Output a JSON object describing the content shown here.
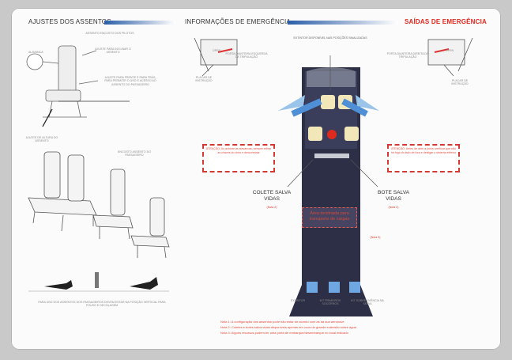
{
  "headers": {
    "seats": "AJUSTES DOS ASSENTOS",
    "emergency_info": "INFORMAÇÕES DE EMERGÊNCIA",
    "emergency_exits": "SAÍDAS DE EMERGÊNCIA"
  },
  "seats_panel": {
    "label_recline": "ASSENTO ENCOSTO DOS PILOTOS",
    "label_adjust": "AJUSTE PARA INCLINAR O ASSENTO",
    "label_lever": "ALAVANCA",
    "label_adjust_final": "AJUSTE PARA FRENTE E PARA TRÁS, PARA PERMITIR O USO E ACESSO AO ASSENTO DO PASSAGEIRO",
    "label_height": "AJUSTE DE ALTURA DO ASSENTO",
    "label_passenger": "ENCOSTO ASSENTO DO PASSAGEIRO",
    "label_bottom": "PARA USO DOS ASSENTOS DOS PASSAGEIROS DEVEM ESTAR NA POSIÇÃO VERTICAL PARA POUSO E DECOLAGEM"
  },
  "emergency": {
    "extinguisher": "EXTINTOR DISPONÍVEL NAS POSIÇÕES SINALIZADAS",
    "left_door": "PORTA DIANTEIRA ESQUERDA DA TRIPULAÇÃO",
    "right_door": "PORTA DIANTEIRA DIREITA DA TRIPULAÇÃO",
    "placard_left": "PLACAR DE INSTRUÇÃO",
    "placard_right": "PLACAR DE INSTRUÇÃO",
    "open": "OPEN",
    "warn_left": "ATENÇÃO: Ao acionar as alavancas, sempre retirar as chaves do cinto e desconectar",
    "warn_right": "ATENÇÃO: Antes de abrir a porta, verificar que não há fogo do lado de fora e desligar o sistema elétrico",
    "vest": "COLETE SALVA VIDAS",
    "vest_note": "(Nota 2)",
    "raft": "BOTE SALVA VIDAS",
    "raft_note": "(Nota 2)",
    "cargo": "Área destinada para transporte de cargas",
    "note3": "(Nota 3)",
    "bottom_left": "EXTINTOR",
    "bottom_mid": "KIT PRIMEIROS SOCORROS",
    "bottom_right": "KIT SOBREVIVÊNCIA NA SELVA",
    "notes": [
      "Nota 1: A configuração dos assentos pode não estar de acordo com as da sua aeronave",
      "Nota 2: Coletes e botes salva vidas disponíveis apenas em voos de grande extensão sobre água",
      "Nota 3: Alguns recursos podem ter uma porta de embarque/desembarque no local indicado"
    ]
  }
}
